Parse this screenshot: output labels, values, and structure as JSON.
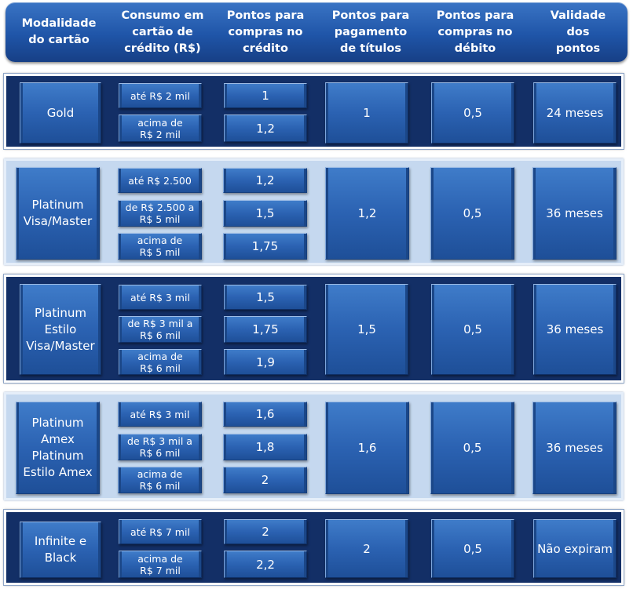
{
  "header": {
    "columns": [
      "Modalidade\ndo cartão",
      "Consumo em\ncartão de\ncrédito (R$)",
      "Pontos para\ncompras no\ncrédito",
      "Pontos para\npagamento\nde títulos",
      "Pontos para\ncompras no\ndébito",
      "Validade\ndos\npontos"
    ]
  },
  "rows": [
    {
      "modalidade": "Gold",
      "consumo": [
        "até R$ 2 mil",
        "acima de\nR$ 2 mil"
      ],
      "pontos_credito": [
        "1",
        "1,2"
      ],
      "pontos_titulos": "1",
      "pontos_debito": "0,5",
      "validade": "24 meses"
    },
    {
      "modalidade": "Platinum\nVisa/Master",
      "consumo": [
        "até R$ 2.500",
        "de R$ 2.500  a\nR$ 5 mil",
        "acima de\nR$ 5 mil"
      ],
      "pontos_credito": [
        "1,2",
        "1,5",
        "1,75"
      ],
      "pontos_titulos": "1,2",
      "pontos_debito": "0,5",
      "validade": "36 meses"
    },
    {
      "modalidade": "Platinum\nEstilo\nVisa/Master",
      "consumo": [
        "até R$ 3 mil",
        "de R$ 3 mil a\nR$ 6 mil",
        "acima de\nR$ 6 mil"
      ],
      "pontos_credito": [
        "1,5",
        "1,75",
        "1,9"
      ],
      "pontos_titulos": "1,5",
      "pontos_debito": "0,5",
      "validade": "36 meses"
    },
    {
      "modalidade": "Platinum\nAmex\nPlatinum\nEstilo Amex",
      "consumo": [
        "até R$ 3 mil",
        "de R$ 3 mil a\nR$ 6 mil",
        "acima de\nR$ 6 mil"
      ],
      "pontos_credito": [
        "1,6",
        "1,8",
        "2"
      ],
      "pontos_titulos": "1,6",
      "pontos_debito": "0,5",
      "validade": "36 meses"
    },
    {
      "modalidade": "Infinite e\nBlack",
      "consumo": [
        "até R$ 7 mil",
        "acima de\nR$ 7 mil"
      ],
      "pontos_credito": [
        "2",
        "2,2"
      ],
      "pontos_titulos": "2",
      "pontos_debito": "0,5",
      "validade": "Não expiram"
    }
  ]
}
